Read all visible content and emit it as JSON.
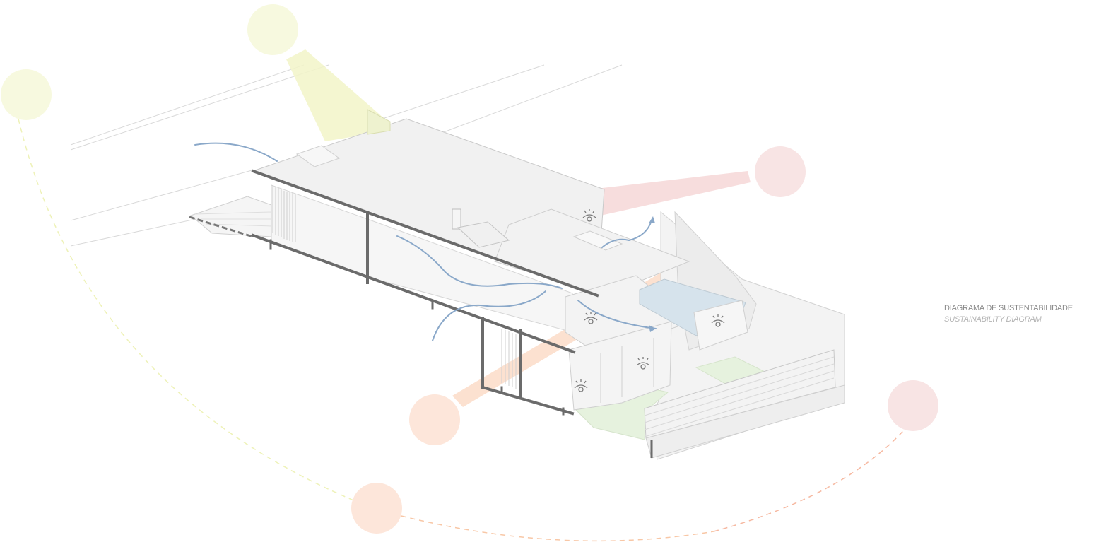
{
  "caption": {
    "title": "DIAGRAMA DE SUSTENTABILIDADE",
    "subtitle": "SUSTAINABILITY DIAGRAM"
  },
  "colors": {
    "sun": "#f6f9d9",
    "sun_beam": "#f0f3c4",
    "view_red": "#f6dcdc",
    "sun_path": "#fbdac8",
    "airflow": "#7f9fc4",
    "structure": "#6b6b6b",
    "building_fill": "#f0f0f0",
    "building_line": "#cfcfcf",
    "garden": "#e4f1dc",
    "pool": "#d4e2ec"
  },
  "icons": {
    "sun_marker": "circle",
    "view_marker": "eye-icon",
    "airflow_marker": "arrow-icon"
  }
}
